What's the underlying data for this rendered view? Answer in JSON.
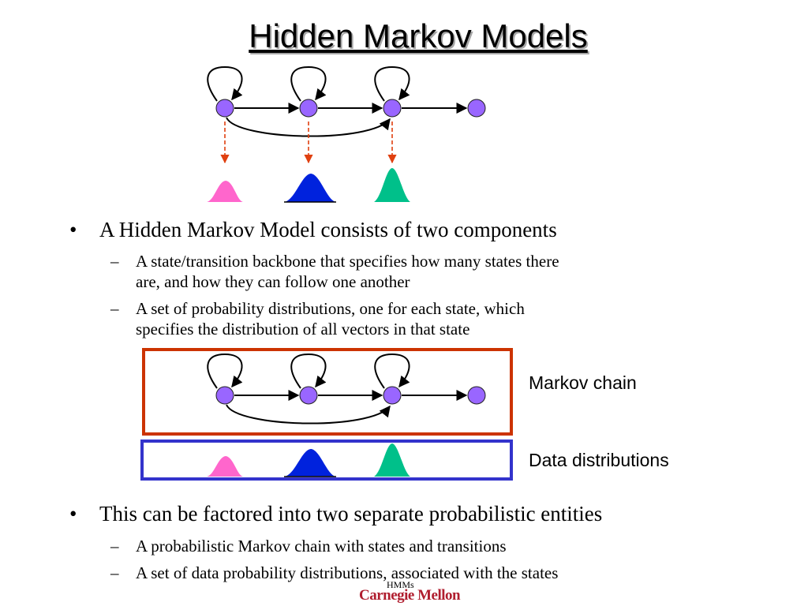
{
  "slide": {
    "title": "Hidden Markov Models",
    "bullets": [
      {
        "text": "A Hidden Markov Model consists of two components",
        "subs": [
          {
            "lines": [
              "A state/transition backbone that specifies how many states there",
              "are, and how they can follow one another"
            ]
          },
          {
            "lines": [
              "A set of probability distributions, one for each state, which",
              "specifies the distribution of all vectors in that state"
            ]
          }
        ]
      },
      {
        "text": "This can be factored into two separate probabilistic entities",
        "subs": [
          {
            "lines": [
              "A probabilistic Markov chain with states and transitions"
            ]
          },
          {
            "lines": [
              "A set of data probability distributions, associated with the states"
            ]
          }
        ]
      }
    ],
    "bullet_mark": "•",
    "sub_mark": "–"
  },
  "labels": {
    "markov_chain": "Markov chain",
    "data_distributions": "Data distributions"
  },
  "footer": {
    "section": "HMMs",
    "logo_text": "Carnegie Mellon"
  },
  "colors": {
    "state_fill": "#9966ff",
    "emission_arrow": "#e04010",
    "dist_pink": "#ff66cc",
    "dist_blue": "#0022dd",
    "dist_green": "#00c08a",
    "markov_box": "#cc3300",
    "data_box": "#3333cc",
    "logo": "#b01e2f"
  }
}
